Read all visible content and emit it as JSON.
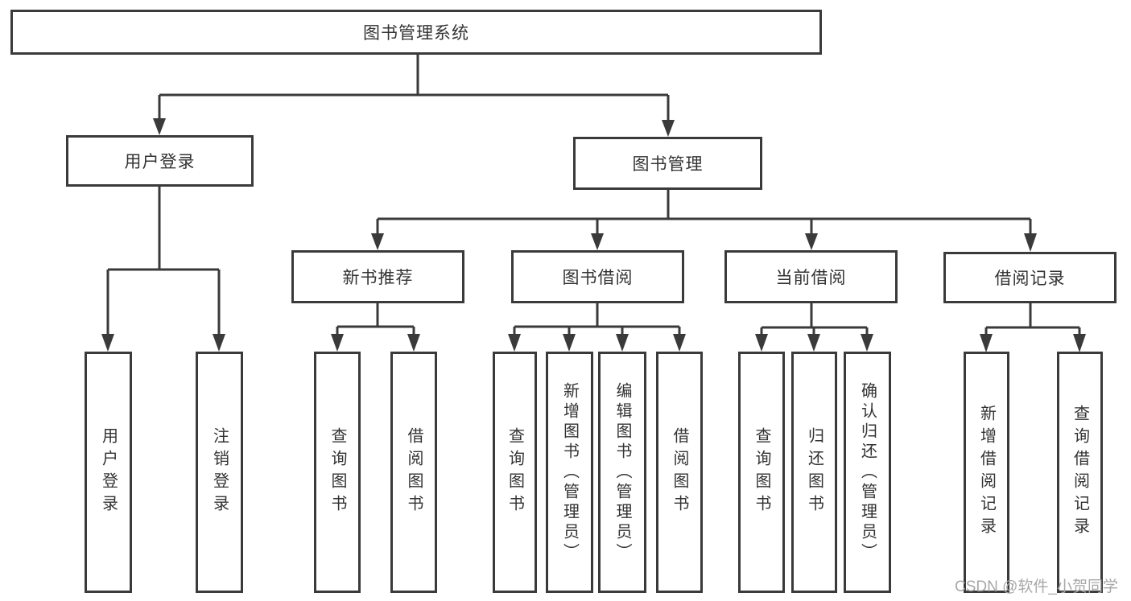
{
  "diagram": {
    "root": {
      "label": "图书管理系统"
    },
    "branches": [
      {
        "label": "用户登录",
        "children": [
          {
            "label": "用户登录"
          },
          {
            "label": "注销登录"
          }
        ]
      },
      {
        "label": "图书管理",
        "children": [
          {
            "label": "新书推荐",
            "children": [
              {
                "label": "查询图书"
              },
              {
                "label": "借阅图书"
              }
            ]
          },
          {
            "label": "图书借阅",
            "children": [
              {
                "label": "查询图书"
              },
              {
                "label": "新增图书（管理员）"
              },
              {
                "label": "编辑图书（管理员）"
              },
              {
                "label": "借阅图书"
              }
            ]
          },
          {
            "label": "当前借阅",
            "children": [
              {
                "label": "查询图书"
              },
              {
                "label": "归还图书"
              },
              {
                "label": "确认归还（管理员）"
              }
            ]
          },
          {
            "label": "借阅记录",
            "children": [
              {
                "label": "新增借阅记录"
              },
              {
                "label": "查询借阅记录"
              }
            ]
          }
        ]
      }
    ]
  },
  "watermark": {
    "label": "CSDN @软件_小贺同学"
  },
  "colors": {
    "line": "#3a3a3a",
    "border": "#3a3a3a",
    "text": "#333333",
    "watermark": "#a8a8a8",
    "background": "#ffffff"
  }
}
